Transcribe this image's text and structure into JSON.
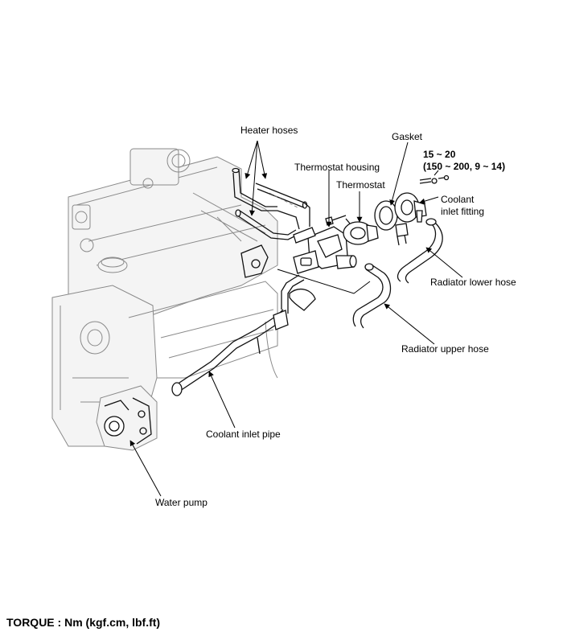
{
  "labels": {
    "heater_hoses": "Heater hoses",
    "gasket": "Gasket",
    "torque_value_line1": "15 ~ 20",
    "torque_value_line2": "(150 ~ 200, 9 ~ 14)",
    "thermostat_housing": "Thermostat housing",
    "thermostat": "Thermostat",
    "coolant_inlet_fitting_line1": "Coolant",
    "coolant_inlet_fitting_line2": "inlet fitting",
    "radiator_lower_hose": "Radiator lower hose",
    "radiator_upper_hose": "Radiator upper hose",
    "coolant_inlet_pipe": "Coolant inlet pipe",
    "water_pump": "Water pump"
  },
  "footer": {
    "torque_units": "TORQUE : Nm (kgf.cm, lbf.ft)"
  }
}
